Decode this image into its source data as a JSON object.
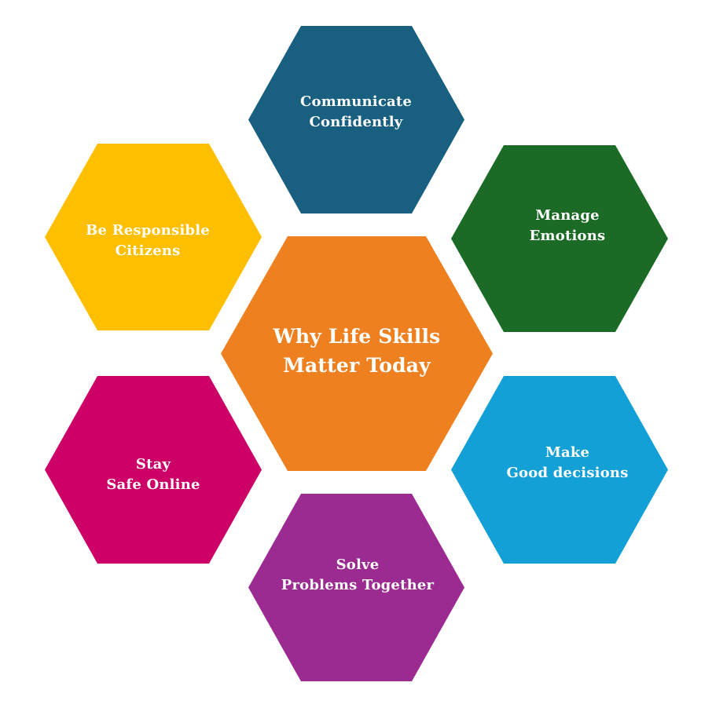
{
  "diagram": {
    "type": "hexagon-cluster",
    "center": {
      "lines": [
        "Why Life Skills",
        "Matter Today"
      ],
      "color": "#ee8020"
    },
    "skills": [
      {
        "id": "communicate",
        "lines": [
          "Communicate",
          "Confidently"
        ],
        "color": "#185f80"
      },
      {
        "id": "emotions",
        "lines": [
          "Manage",
          "Emotions"
        ],
        "color": "#1b6b27"
      },
      {
        "id": "decisions",
        "lines": [
          "Make",
          "Good decisions"
        ],
        "color": "#12a0d7"
      },
      {
        "id": "problems",
        "lines": [
          "Solve",
          "Problems Together"
        ],
        "color": "#9c2b91"
      },
      {
        "id": "online",
        "lines": [
          "Stay",
          "Safe Online"
        ],
        "color": "#cc0066"
      },
      {
        "id": "citizens",
        "lines": [
          "Be Responsible",
          "Citizens"
        ],
        "color": "#fdbf00"
      }
    ]
  }
}
